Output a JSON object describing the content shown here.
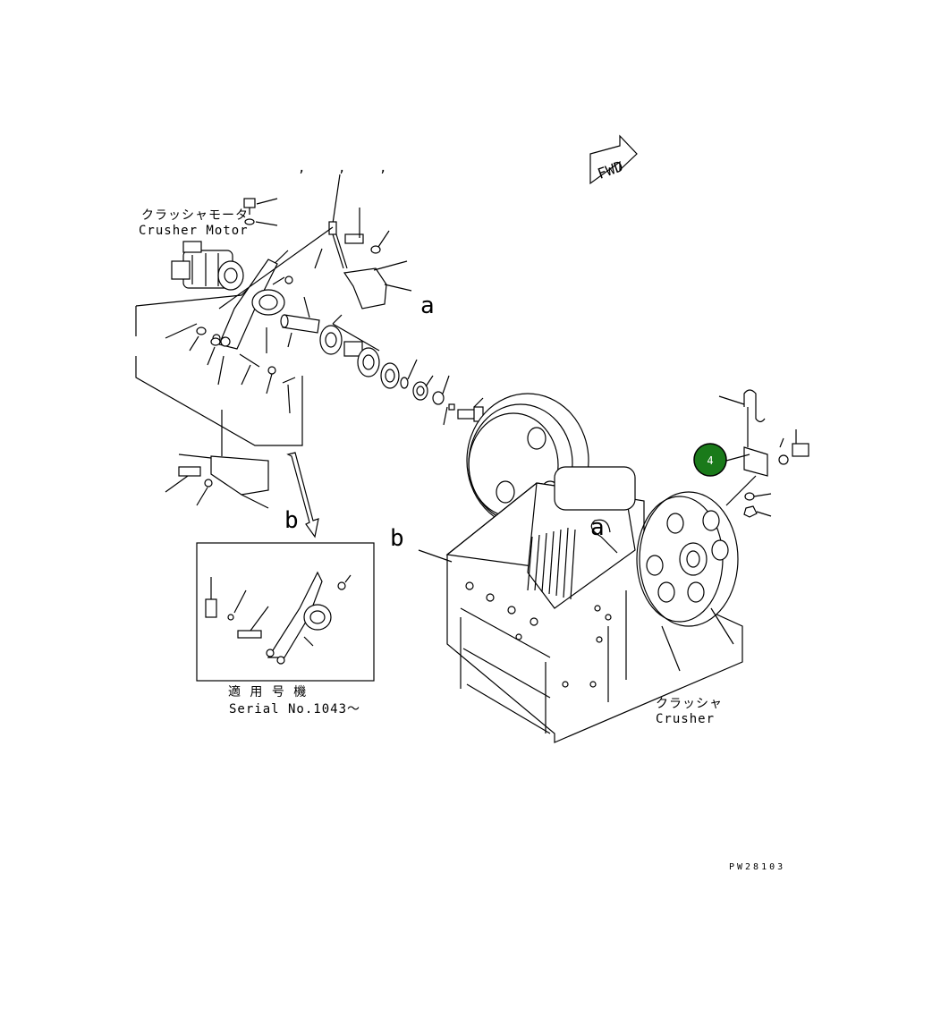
{
  "labels": {
    "crusher_motor_jp": "クラッシャモータ",
    "crusher_motor_en": "Crusher Motor",
    "crusher_jp": "クラッシャ",
    "crusher_en": "Crusher",
    "serial_jp": "適 用 号 機",
    "serial_en": "Serial No.1043～",
    "fwd": "FWD",
    "ref_a_top": "a",
    "ref_a_mid": "a",
    "ref_b_left": "b",
    "ref_b_mid": "b",
    "drawing_code": "PW28103"
  },
  "callout": {
    "number": "4",
    "color": "#1a7a1a"
  }
}
